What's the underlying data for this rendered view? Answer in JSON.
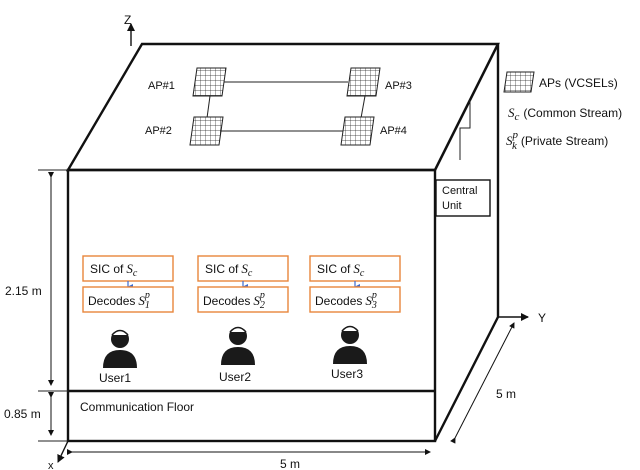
{
  "axes": {
    "z": "Z",
    "y": "Y",
    "x": "x"
  },
  "access_points": [
    {
      "label": "AP#1"
    },
    {
      "label": "AP#2"
    },
    {
      "label": "AP#3"
    },
    {
      "label": "AP#4"
    }
  ],
  "legend": {
    "ap": "APs (VCSELs)",
    "common_symbol": "S",
    "common_sub": "c",
    "common_text": "(Common Stream)",
    "private_symbol": "S",
    "private_sub": "k",
    "private_sup": "p",
    "private_text": "(Private Stream)"
  },
  "central_unit": {
    "line1": "Central",
    "line2": "Unit"
  },
  "dimensions": {
    "height_upper": "2.15 m",
    "height_lower": "0.85 m",
    "width": "5 m",
    "depth": "5 m"
  },
  "floor_label": "Communication Floor",
  "users": [
    {
      "label": "User1",
      "sic_prefix": "SIC of",
      "sic_symbol": "S",
      "sic_sub": "c",
      "decode_prefix": "Decodes",
      "decode_symbol": "S",
      "decode_sup": "p",
      "decode_sub": "1"
    },
    {
      "label": "User2",
      "sic_prefix": "SIC of",
      "sic_symbol": "S",
      "sic_sub": "c",
      "decode_prefix": "Decodes",
      "decode_symbol": "S",
      "decode_sup": "p",
      "decode_sub": "2"
    },
    {
      "label": "User3",
      "sic_prefix": "SIC of",
      "sic_symbol": "S",
      "sic_sub": "c",
      "decode_prefix": "Decodes",
      "decode_symbol": "S",
      "decode_sup": "p",
      "decode_sub": "3"
    }
  ]
}
